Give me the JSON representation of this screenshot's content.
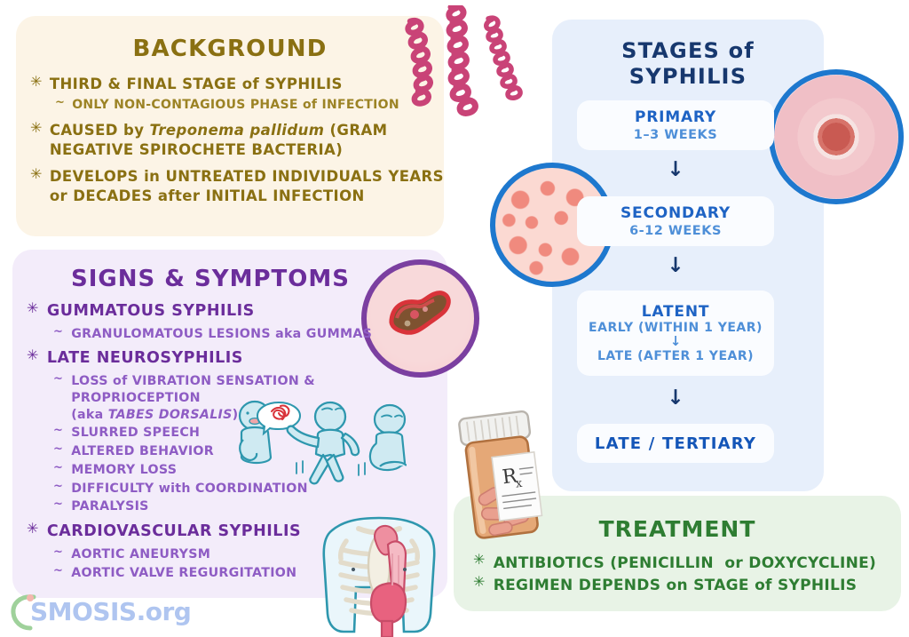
{
  "colors": {
    "background_panel_bg": "#FCF4E6",
    "background_text": "#8A7012",
    "symptoms_panel_bg": "#F3ECFA",
    "symptoms_heading": "#6B2D9B",
    "symptoms_sub_text": "#8E5CC4",
    "stages_panel_bg": "#E7EFFB",
    "stages_heading": "#17386E",
    "stages_name": "#1E63C4",
    "stages_sub": "#4E8FD8",
    "treatment_panel_bg": "#E8F3E6",
    "treatment_text": "#2E7D32",
    "circle_ring_blue": "#1E78CE",
    "circle_ring_purple": "#7B3FA0",
    "spirochete_pink": "#C94377",
    "logo_blue": "#AFC5F0",
    "logo_green": "#9FD19B"
  },
  "background": {
    "title": "BACKGROUND",
    "items": [
      {
        "level": 1,
        "marker": "✳",
        "segments": [
          {
            "text": "THIRD & FINAL STAGE ",
            "style": "caps"
          },
          {
            "text": "of ",
            "style": "lower"
          },
          {
            "text": "SYPHILIS",
            "style": "caps"
          }
        ],
        "plain": "THIRD & FINAL STAGE of SYPHILIS"
      },
      {
        "level": 2,
        "marker": "~",
        "segments": [
          {
            "text": "ONLY NON-CONTAGIOUS PHASE ",
            "style": "caps"
          },
          {
            "text": "of ",
            "style": "lower"
          },
          {
            "text": "INFECTION",
            "style": "caps"
          }
        ],
        "plain": "ONLY NON-CONTAGIOUS PHASE of INFECTION"
      },
      {
        "level": 1,
        "marker": "✳",
        "segments": [
          {
            "text": "CAUSED ",
            "style": "caps"
          },
          {
            "text": "by ",
            "style": "lower"
          },
          {
            "text": "Treponema pallidum",
            "style": "italic"
          },
          {
            "text": " (GRAM NEGATIVE SPIROCHETE BACTERIA)",
            "style": "caps"
          }
        ],
        "plain": "CAUSED by Treponema pallidum (GRAM NEGATIVE SPIROCHETE BACTERIA)"
      },
      {
        "level": 1,
        "marker": "✳",
        "segments": [
          {
            "text": "DEVELOPS ",
            "style": "caps"
          },
          {
            "text": "in ",
            "style": "lower"
          },
          {
            "text": "UNTREATED INDIVIDUALS YEARS ",
            "style": "caps"
          },
          {
            "text": "or ",
            "style": "lower"
          },
          {
            "text": "DECADES ",
            "style": "caps"
          },
          {
            "text": "after ",
            "style": "lower"
          },
          {
            "text": "INITIAL INFECTION",
            "style": "caps"
          }
        ],
        "plain": "DEVELOPS in UNTREATED INDIVIDUALS YEARS or DECADES after INITIAL INFECTION"
      }
    ]
  },
  "symptoms": {
    "title": "SIGNS & SYMPTOMS",
    "groups": [
      {
        "heading": "GUMMATOUS SYPHILIS",
        "marker": "✳",
        "subitems": [
          {
            "marker": "~",
            "segments": [
              {
                "text": "GRANULOMATOUS LESIONS ",
                "style": "caps"
              },
              {
                "text": "aka ",
                "style": "lower"
              },
              {
                "text": "GUMMAS",
                "style": "caps"
              }
            ],
            "plain": "GRANULOMATOUS LESIONS aka GUMMAS"
          }
        ]
      },
      {
        "heading": "LATE NEUROSYPHILIS",
        "marker": "✳",
        "subitems": [
          {
            "marker": "~",
            "segments": [
              {
                "text": "LOSS ",
                "style": "caps"
              },
              {
                "text": "of ",
                "style": "lower"
              },
              {
                "text": "VIBRATION SENSATION & PROPRIOCEPTION",
                "style": "caps"
              }
            ],
            "plain": "LOSS of VIBRATION SENSATION & PROPRIOCEPTION"
          },
          {
            "marker": "",
            "continuation": true,
            "segments": [
              {
                "text": "(",
                "style": "caps"
              },
              {
                "text": "aka ",
                "style": "lower"
              },
              {
                "text": "TABES DORSALIS",
                "style": "italic"
              },
              {
                "text": ")",
                "style": "caps"
              }
            ],
            "plain": "(aka TABES DORSALIS)"
          },
          {
            "marker": "~",
            "plain": "SLURRED SPEECH",
            "segments": [
              {
                "text": "SLURRED SPEECH",
                "style": "caps"
              }
            ]
          },
          {
            "marker": "~",
            "plain": "ALTERED BEHAVIOR",
            "segments": [
              {
                "text": "ALTERED BEHAVIOR",
                "style": "caps"
              }
            ]
          },
          {
            "marker": "~",
            "plain": "MEMORY LOSS",
            "segments": [
              {
                "text": "MEMORY LOSS",
                "style": "caps"
              }
            ]
          },
          {
            "marker": "~",
            "segments": [
              {
                "text": "DIFFICULTY ",
                "style": "caps"
              },
              {
                "text": "with ",
                "style": "lower"
              },
              {
                "text": "COORDINATION",
                "style": "caps"
              }
            ],
            "plain": "DIFFICULTY with COORDINATION"
          },
          {
            "marker": "~",
            "plain": "PARALYSIS",
            "segments": [
              {
                "text": "PARALYSIS",
                "style": "caps"
              }
            ]
          }
        ]
      },
      {
        "heading": "CARDIOVASCULAR SYPHILIS",
        "marker": "✳",
        "subitems": [
          {
            "marker": "~",
            "plain": "AORTIC ANEURYSM",
            "segments": [
              {
                "text": "AORTIC ANEURYSM",
                "style": "caps"
              }
            ]
          },
          {
            "marker": "~",
            "plain": "AORTIC VALVE REGURGITATION",
            "segments": [
              {
                "text": "AORTIC VALVE REGURGITATION",
                "style": "caps"
              }
            ]
          }
        ]
      }
    ]
  },
  "stages": {
    "title_line1": "STAGES of",
    "title_line2": "SYPHILIS",
    "cards": [
      {
        "name": "PRIMARY",
        "duration": "1–3 WEEKS"
      },
      {
        "name": "SECONDARY",
        "duration": "6-12 WEEKS"
      },
      {
        "name": "LATENT",
        "early": "EARLY (WITHIN 1 YEAR)",
        "late": "LATE (AFTER 1 YEAR)",
        "inner_arrow": "↓"
      },
      {
        "name": "LATE / TERTIARY",
        "duration": ""
      }
    ],
    "arrow": "↓"
  },
  "treatment": {
    "title": "TREATMENT",
    "items": [
      {
        "marker": "✳",
        "segments": [
          {
            "text": "ANTIBIOTICS (PENICILLIN ",
            "style": "caps"
          },
          {
            "text": " or ",
            "style": "lower"
          },
          {
            "text": "DOXYCYCLINE)",
            "style": "caps"
          }
        ],
        "plain": "ANTIBIOTICS (PENICILLIN  or DOXYCYCLINE)"
      },
      {
        "marker": "✳",
        "segments": [
          {
            "text": "REGIMEN DEPENDS ",
            "style": "caps"
          },
          {
            "text": "on ",
            "style": "lower"
          },
          {
            "text": "STAGE ",
            "style": "caps"
          },
          {
            "text": "of ",
            "style": "lower"
          },
          {
            "text": "SYPHILIS",
            "style": "caps"
          }
        ],
        "plain": "REGIMEN DEPENDS on STAGE of SYPHILIS"
      }
    ]
  },
  "logo": {
    "text": "SMOSIS.org",
    "full": "OSMOSIS.org"
  },
  "illustrations": {
    "spirochetes": "treponema-pallidum-spirochetes",
    "chancre_circle": "primary-chancre-photo",
    "rash_circle": "secondary-rash-photo",
    "gumma_circle": "gumma-lesion-photo",
    "neuro_figures": "neurosyphilis-patient-figures",
    "torso": "aortic-aneurysm-torso",
    "pill_bottle": "rx-pill-bottle",
    "rx_label": "Rx"
  }
}
